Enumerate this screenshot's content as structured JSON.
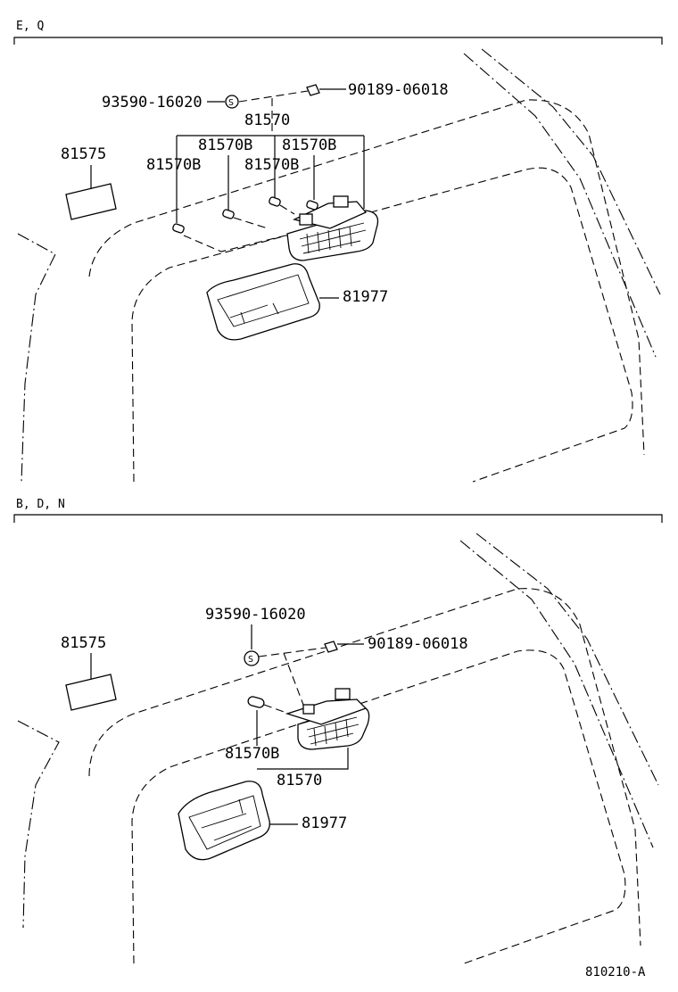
{
  "sections": [
    {
      "header": "E, Q",
      "labels": {
        "screw": "93590-16020",
        "clip": "90189-06018",
        "lamp_assy": "81570",
        "bulb_a": "81570B",
        "bulb_b": "81570B",
        "bulb_c": "81570B",
        "bulb_d": "81570B",
        "pad": "81575",
        "cover": "81977"
      }
    },
    {
      "header": "B, D, N",
      "labels": {
        "screw": "93590-16020",
        "clip": "90189-06018",
        "lamp_assy": "81570",
        "bulb": "81570B",
        "pad": "81575",
        "cover": "81977"
      }
    }
  ],
  "reference_code": "810210-A"
}
